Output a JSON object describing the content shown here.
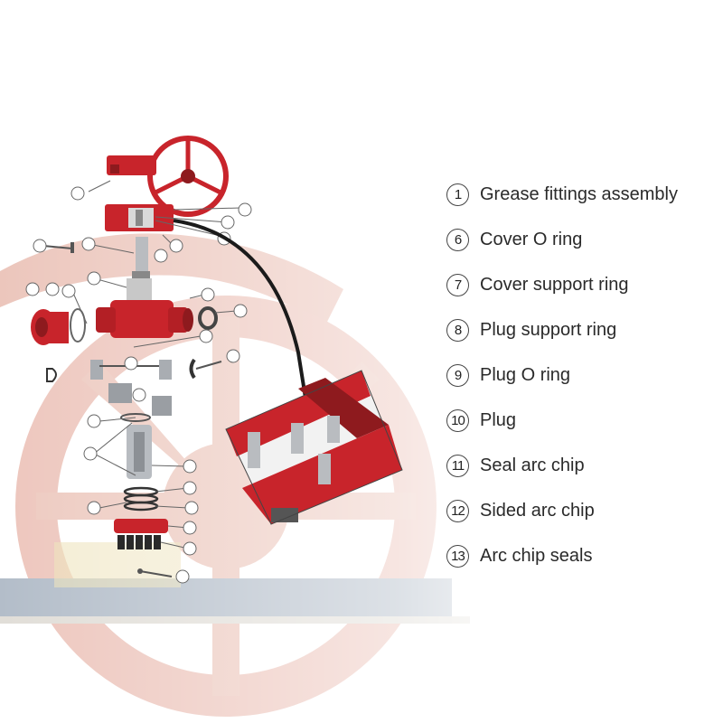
{
  "legend": [
    {
      "number": "1",
      "label": "Grease fittings assembly"
    },
    {
      "number": "6",
      "label": "Cover O ring"
    },
    {
      "number": "7",
      "label": "Cover support ring"
    },
    {
      "number": "8",
      "label": "Plug support ring"
    },
    {
      "number": "9",
      "label": "Plug O ring"
    },
    {
      "number": "10",
      "label": "Plug"
    },
    {
      "number": "11",
      "label": "Seal arc chip"
    },
    {
      "number": "12",
      "label": "Sided arc chip"
    },
    {
      "number": "13",
      "label": "Arc chip seals"
    }
  ],
  "colors": {
    "valve_red": "#c8242b",
    "dark_red": "#8e1a1e",
    "background_wheel": "#e9b7a9",
    "steel": "#b9bcc0",
    "cable": "#1b1b1b"
  },
  "icons": [
    "handwheel-icon",
    "gear-operator-icon",
    "valve-body-icon",
    "hammer-union-icon",
    "wiring-harness-icon"
  ]
}
